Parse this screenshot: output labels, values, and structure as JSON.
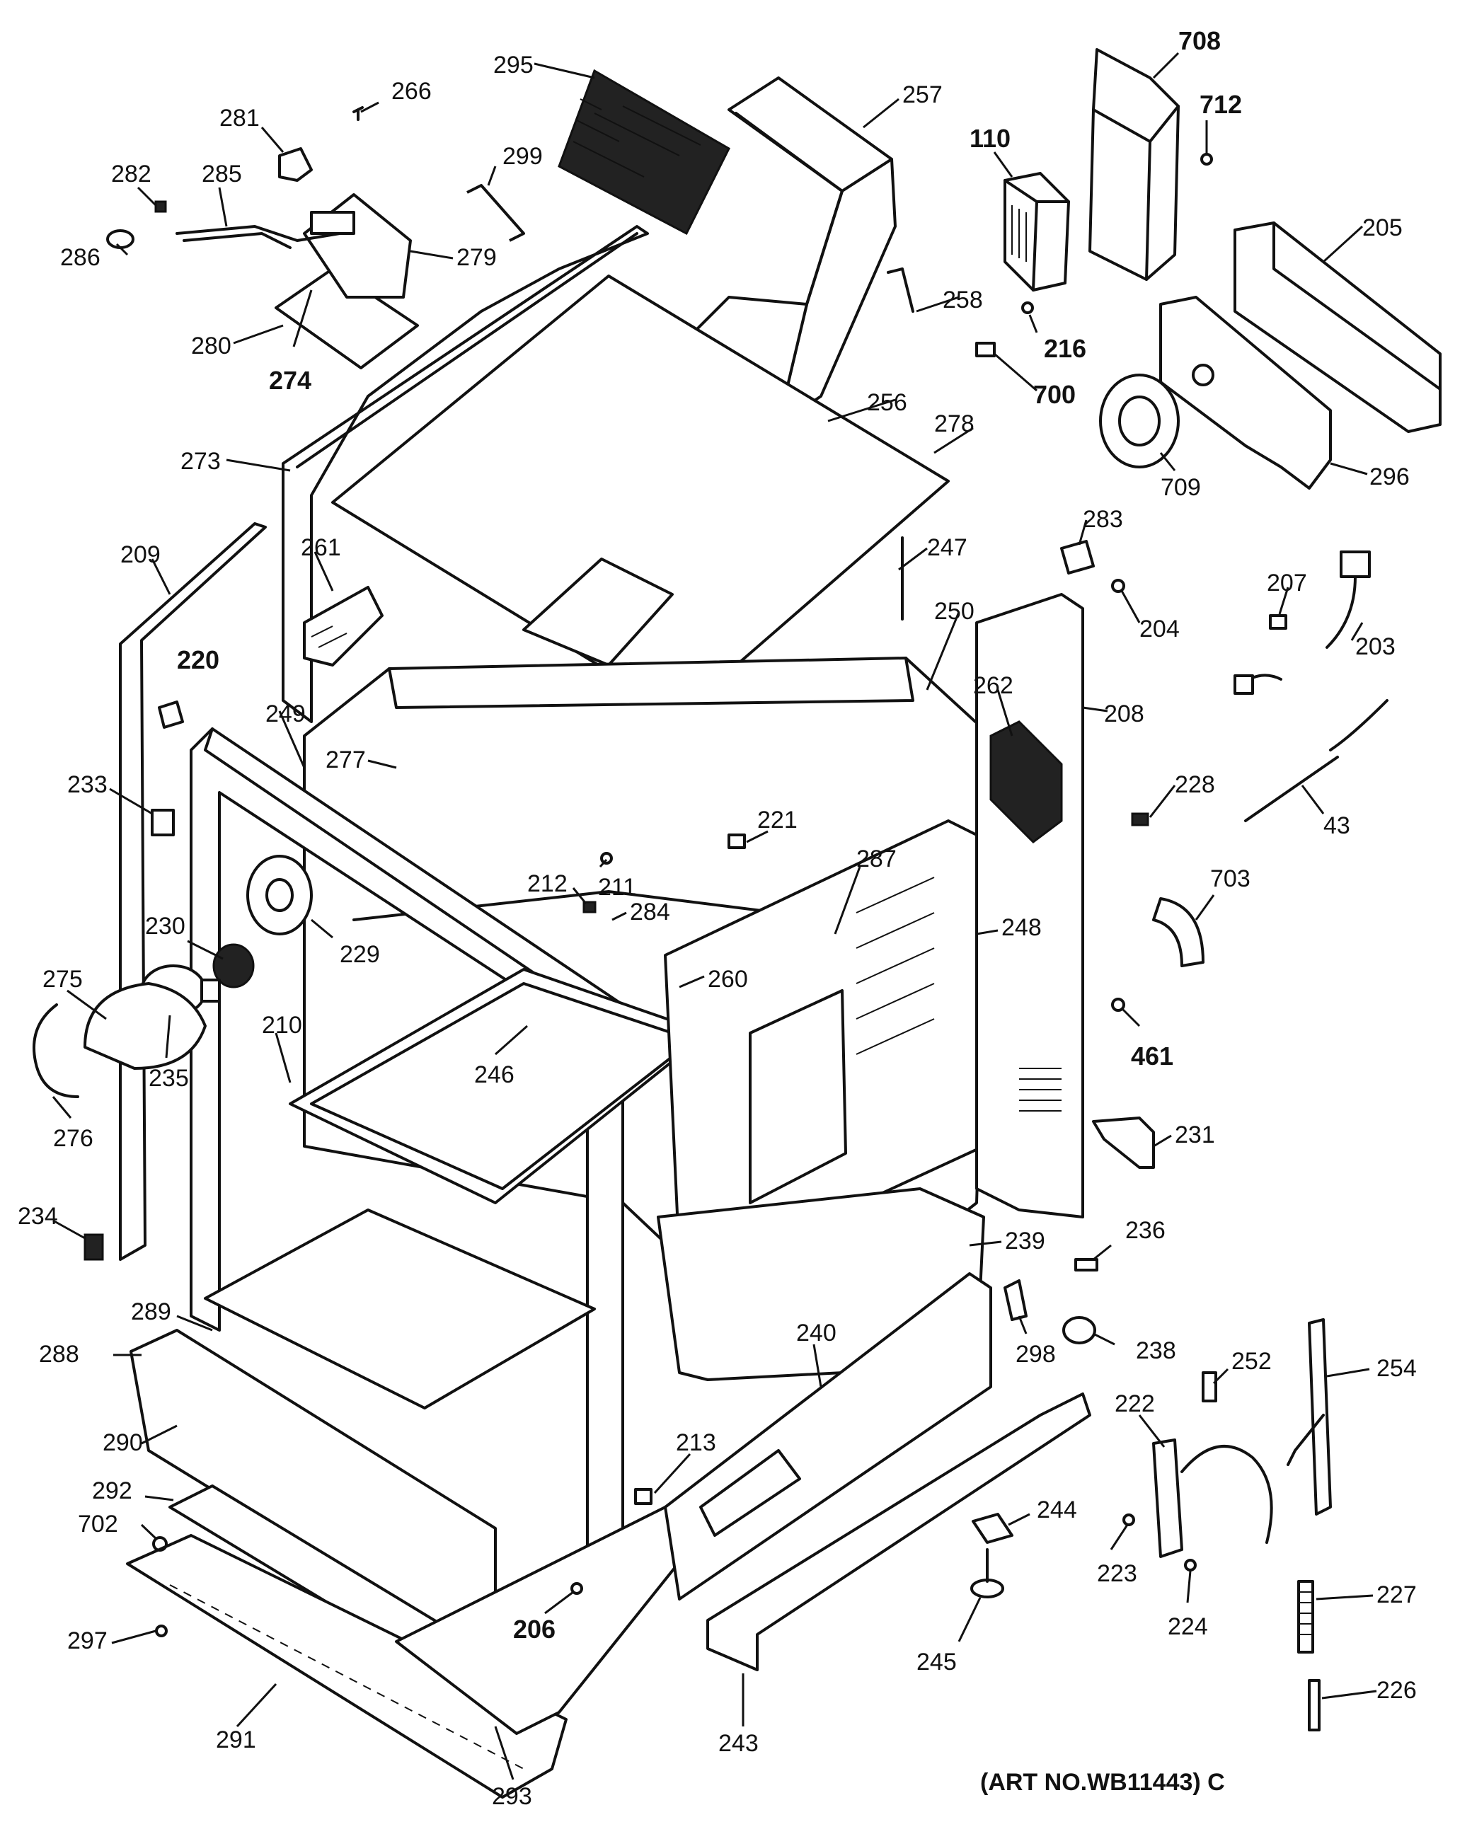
{
  "diagram": {
    "art_number": "(ART NO.WB11443) C",
    "callouts": {
      "c295": "295",
      "c266": "266",
      "c257": "257",
      "c708": "708",
      "c712": "712",
      "c281": "281",
      "c299": "299",
      "c110": "110",
      "c282": "282",
      "c285": "285",
      "c286": "286",
      "c279": "279",
      "c205": "205",
      "c258": "258",
      "c216": "216",
      "c280": "280",
      "c274": "274",
      "c700": "700",
      "c256": "256",
      "c278": "278",
      "c709": "709",
      "c296": "296",
      "c273": "273",
      "c283": "283",
      "c247": "247",
      "c209": "209",
      "c261": "261",
      "c204": "204",
      "c207": "207",
      "c203": "203",
      "c250": "250",
      "c220": "220",
      "c262": "262",
      "c208": "208",
      "c249": "249",
      "c277": "277",
      "c233": "233",
      "c228": "228",
      "c43": "43",
      "c221": "221",
      "c211": "211",
      "c212": "212",
      "c284": "284",
      "c287": "287",
      "c230": "230",
      "c703": "703",
      "c229": "229",
      "c248": "248",
      "c275": "275",
      "c260": "260",
      "c461": "461",
      "c210": "210",
      "c235": "235",
      "c246": "246",
      "c276": "276",
      "c231": "231",
      "c234": "234",
      "c239": "239",
      "c236": "236",
      "c289": "289",
      "c240": "240",
      "c298": "298",
      "c238": "238",
      "c288": "288",
      "c252": "252",
      "c254": "254",
      "c222": "222",
      "c290": "290",
      "c213": "213",
      "c292": "292",
      "c244": "244",
      "c702": "702",
      "c223": "223",
      "c227": "227",
      "c206": "206",
      "c224": "224",
      "c297": "297",
      "c245": "245",
      "c226": "226",
      "c291": "291",
      "c243": "243",
      "c293": "293"
    }
  }
}
